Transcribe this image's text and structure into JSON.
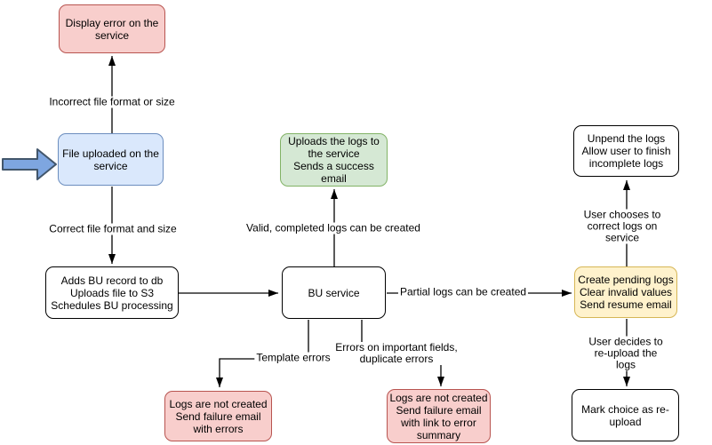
{
  "diagram": {
    "nodes": {
      "display_error": {
        "label": "Display error on the\nservice",
        "fill": "#F8CECC",
        "stroke": "#B85450"
      },
      "file_uploaded": {
        "label": "File uploaded on the\nservice",
        "fill": "#DAE8FC",
        "stroke": "#6C8EBF"
      },
      "adds_bu_record": {
        "label": "Adds BU record to db\nUploads file to S3\nSchedules BU processing",
        "fill": "#FFFFFF",
        "stroke": "#000000"
      },
      "bu_service": {
        "label": "BU service",
        "fill": "#FFFFFF",
        "stroke": "#000000"
      },
      "uploads_logs": {
        "label": "Uploads the logs to\nthe service\nSends a success\nemail",
        "fill": "#D5E8D4",
        "stroke": "#82B366"
      },
      "create_pending_logs": {
        "label": "Create pending logs\nClear invalid values\nSend resume email",
        "fill": "#FFF2CC",
        "stroke": "#D6B656"
      },
      "unpend_logs": {
        "label": "Unpend the logs\nAllow user to finish\nincomplete logs",
        "fill": "#FFFFFF",
        "stroke": "#000000"
      },
      "mark_choice": {
        "label": "Mark choice as re-\nupload",
        "fill": "#FFFFFF",
        "stroke": "#000000"
      },
      "logs_not_created_errors": {
        "label": "Logs are not created\nSend failure email\nwith errors",
        "fill": "#F8CECC",
        "stroke": "#B85450"
      },
      "logs_not_created_summary": {
        "label": "Logs are not created\nSend failure email\nwith link to error\nsummary",
        "fill": "#F8CECC",
        "stroke": "#B85450"
      }
    },
    "edge_labels": {
      "incorrect_file": "Incorrect file format or size",
      "correct_file": "Correct file format and size",
      "valid_logs": "Valid, completed logs can be created",
      "partial_logs": "Partial logs can be created",
      "template_errors": "Template errors",
      "important_field_errors": "Errors on important fields,\nduplicate errors",
      "user_corrects": "User chooses to correct logs on service",
      "user_reuploads": "User decides to re-upload the logs"
    },
    "entry_arrow": {
      "fill": "#7EA6E0",
      "stroke": "#42566B"
    }
  }
}
